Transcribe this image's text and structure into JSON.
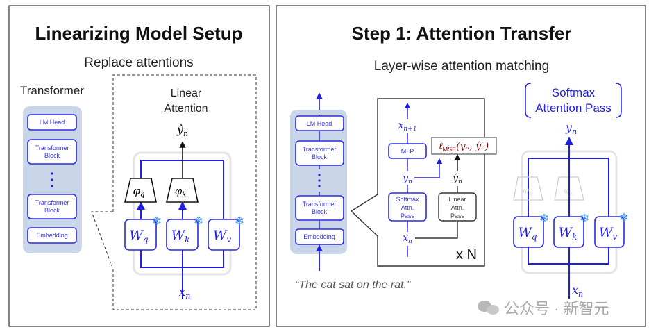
{
  "left_panel": {
    "title": "Linearizing Model Setup",
    "subtitle": "Replace attentions",
    "transformer_label": "Transformer",
    "stack": [
      "LM Head",
      "Transformer Block",
      "Transformer Block",
      "Embedding"
    ],
    "linear_attention_label": [
      "Linear",
      "Attention"
    ],
    "output": {
      "main": "ŷ",
      "sub": "n"
    },
    "feature_maps": [
      {
        "main": "φ",
        "sub": "q"
      },
      {
        "main": "φ",
        "sub": "k"
      }
    ],
    "weights": [
      {
        "main": "W",
        "sub": "q"
      },
      {
        "main": "W",
        "sub": "k"
      },
      {
        "main": "W",
        "sub": "v"
      }
    ],
    "input": {
      "main": "x",
      "sub": "n"
    }
  },
  "right_panel": {
    "title": "Step 1: Attention Transfer",
    "subtitle": "Layer-wise attention matching",
    "stack": [
      "LM Head",
      "Transformer Block",
      "Transformer Block",
      "Embedding"
    ],
    "zoom": {
      "next": {
        "main": "x",
        "sub": "n+1"
      },
      "mlp": "MLP",
      "y": {
        "main": "y",
        "sub": "n"
      },
      "yhat": {
        "main": "ŷ",
        "sub": "n"
      },
      "softmax_pass": [
        "Softmax",
        "Attn.",
        "Pass"
      ],
      "linear_pass": [
        "Linear",
        "Attn.",
        "Pass"
      ],
      "x": {
        "main": "x",
        "sub": "n"
      },
      "loss": {
        "l": "ℓ",
        "sub": "MSE",
        "args": "(yₙ, ŷₙ)"
      },
      "repeat": "x N"
    },
    "quote": "“The cat sat on the rat.”",
    "softmax_label": [
      "Softmax",
      "Attention Pass"
    ],
    "output": {
      "main": "y",
      "sub": "n"
    },
    "feature_maps": [
      {
        "main": "φ",
        "sub": "q"
      },
      {
        "main": "φ",
        "sub": "k"
      }
    ],
    "weights": [
      {
        "main": "W",
        "sub": "q"
      },
      {
        "main": "W",
        "sub": "k"
      },
      {
        "main": "W",
        "sub": "v"
      }
    ],
    "input": {
      "main": "x",
      "sub": "n"
    }
  },
  "watermark": "公众号 · 新智元",
  "icons": {
    "frozen": "snowflake-icon"
  },
  "colors": {
    "accent": "#1f1fe0",
    "stack_bg": "#c9d6ea",
    "loss": "#7a1010"
  }
}
